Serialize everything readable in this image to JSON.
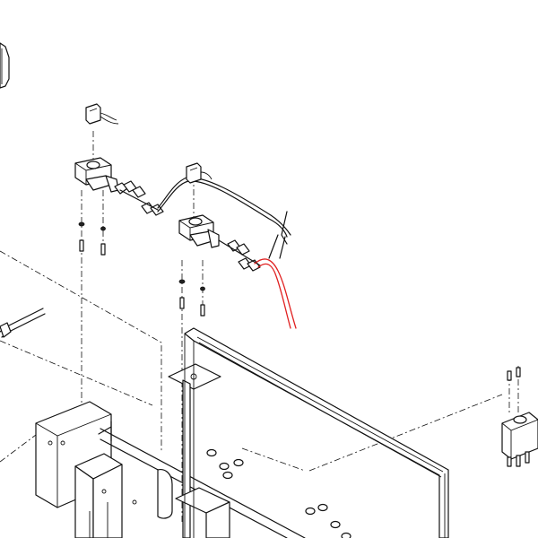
{
  "figure": {
    "kind": "exploded-assembly-drawing",
    "line_color": "#111111",
    "background": "#ffffff",
    "highlight_color": "#e02020"
  },
  "parts": {
    "left_solenoid_valve": "solenoid-valve",
    "right_solenoid_valve": "solenoid-valve",
    "coil_connectors": "connector",
    "tubing": "tubing",
    "highlighted_wire": "red-wire",
    "frame": "support-frame",
    "panel": "frame-panel",
    "right_relay": "relay-block",
    "fasteners": "screw-nut-washer"
  }
}
